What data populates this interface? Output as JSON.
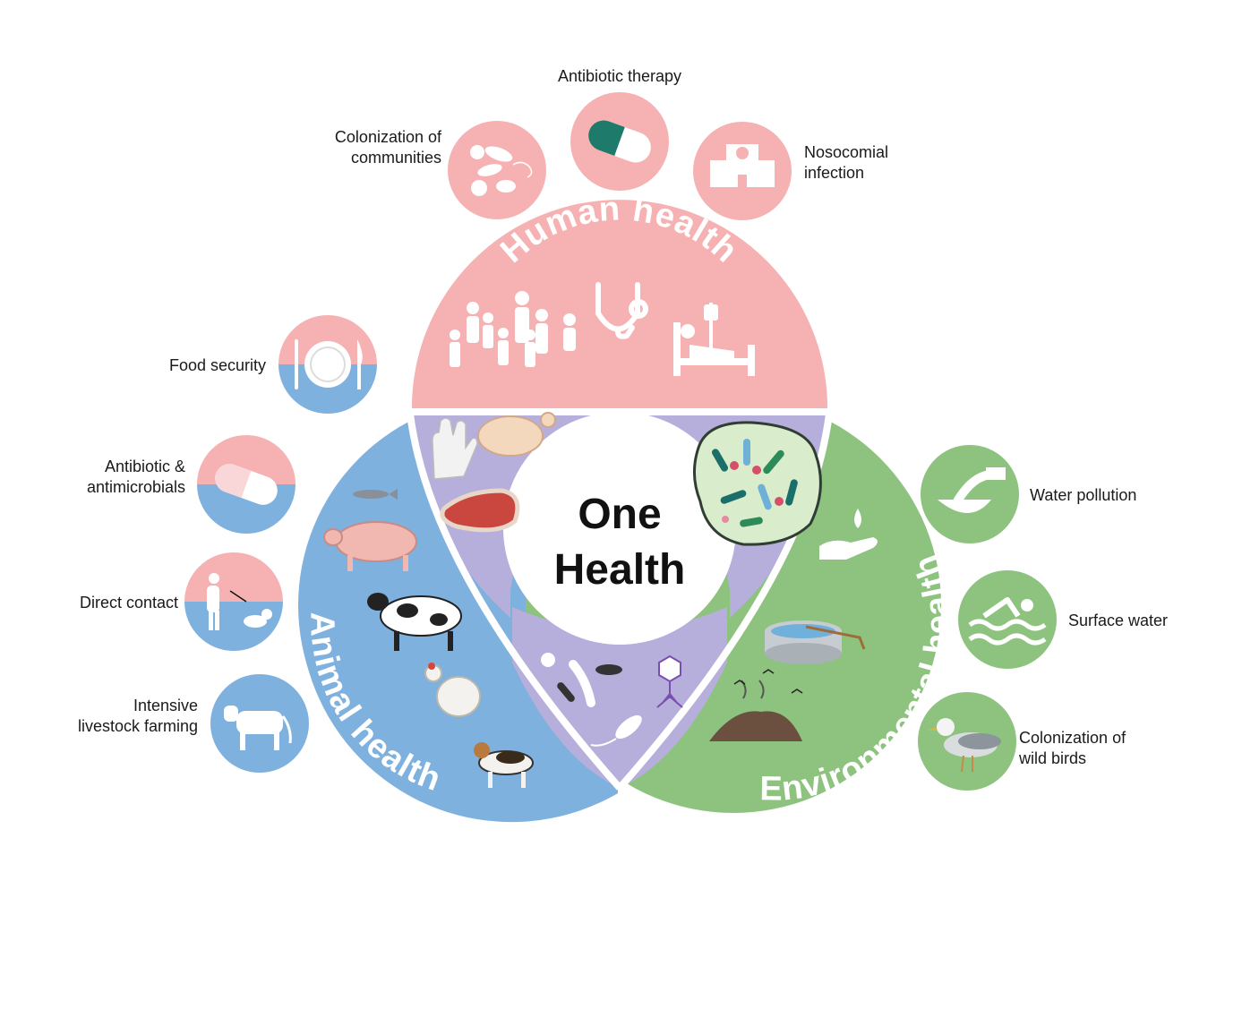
{
  "center": {
    "line1": "One",
    "line2": "Health"
  },
  "sectors": {
    "human": {
      "title": "Human health",
      "color": "#f6b2b3"
    },
    "animal": {
      "title": "Animal health",
      "color": "#7fb1df"
    },
    "environment": {
      "title": "Environmental health",
      "color": "#8dc37f"
    },
    "overlap": {
      "color": "#b6aedb"
    }
  },
  "human_factors": [
    {
      "label_lines": [
        "Colonization of",
        "communities"
      ],
      "icon": "bacteria-icon"
    },
    {
      "label_lines": [
        "Antibiotic therapy"
      ],
      "icon": "capsule-icon"
    },
    {
      "label_lines": [
        "Nosocomial",
        "infection"
      ],
      "icon": "hospital-icon"
    }
  ],
  "animal_factors": [
    {
      "label_lines": [
        "Food security"
      ],
      "icon": "plate-icon"
    },
    {
      "label_lines": [
        "Antibiotic &",
        "antimicrobials"
      ],
      "icon": "pill-icon"
    },
    {
      "label_lines": [
        "Direct contact"
      ],
      "icon": "person-dog-icon"
    },
    {
      "label_lines": [
        "Intensive",
        "livestock farming"
      ],
      "icon": "cow-icon"
    }
  ],
  "environment_factors": [
    {
      "label_lines": [
        "Water pollution"
      ],
      "icon": "pipe-discharge-icon"
    },
    {
      "label_lines": [
        "Surface water"
      ],
      "icon": "swimmer-icon"
    },
    {
      "label_lines": [
        "Colonization of",
        "wild birds"
      ],
      "icon": "seagull-icon"
    }
  ]
}
